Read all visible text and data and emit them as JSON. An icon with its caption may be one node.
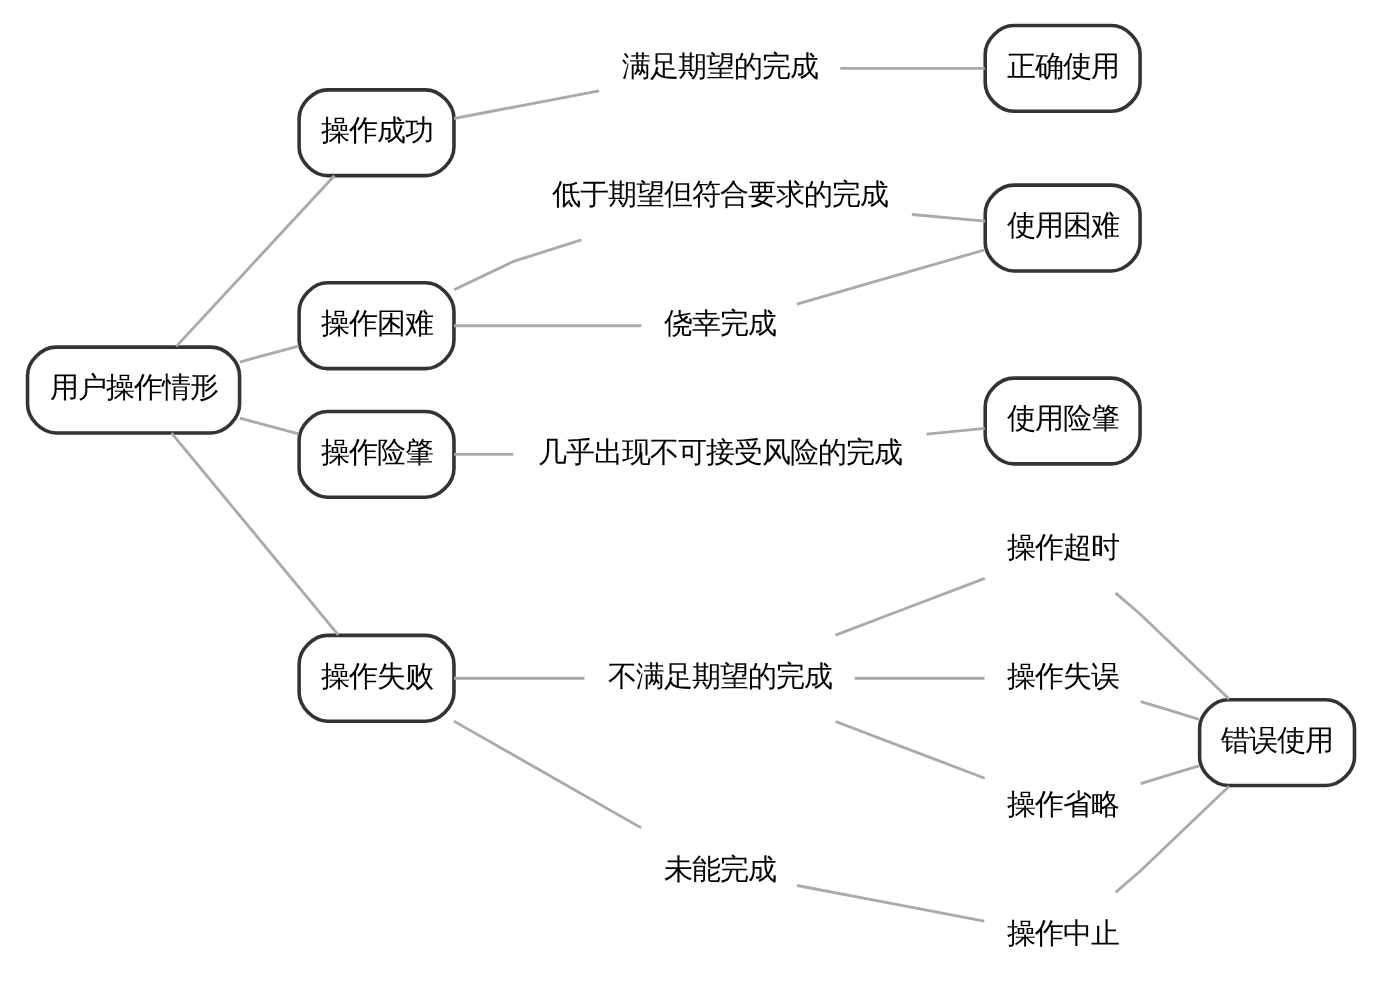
{
  "diagram": {
    "nodes": [
      {
        "text": [
          "用户操作情形"
        ]
      },
      {
        "text": [
          "操作成功"
        ]
      },
      {
        "text": [
          "满足期望的完成"
        ]
      },
      {
        "text": [
          "正确使用"
        ]
      },
      {
        "text": [
          "操作困难"
        ]
      },
      {
        "text": [
          "低于期望但符合要求的完成"
        ]
      },
      {
        "text": [
          "侥幸完成"
        ]
      },
      {
        "text": [
          "使用困难"
        ]
      },
      {
        "text": [
          "操作险肇"
        ]
      },
      {
        "text": [
          "几乎出现不可接受风险的完成"
        ]
      },
      {
        "text": [
          "使用险肇"
        ]
      },
      {
        "text": [
          "操作失败"
        ]
      },
      {
        "text": [
          "不满足期望的完成"
        ]
      },
      {
        "text": [
          "操作超时"
        ]
      },
      {
        "text": [
          "操作失误"
        ]
      },
      {
        "text": [
          "操作省略"
        ]
      },
      {
        "text": [
          "未能完成"
        ]
      },
      {
        "text": [
          "操作中止"
        ]
      },
      {
        "text": [
          "错误使用"
        ]
      }
    ],
    "edges": [
      {
        "from": 0,
        "to": 1,
        "arrow": "none"
      },
      {
        "from": 0,
        "to": 4,
        "arrow": "none"
      },
      {
        "from": 0,
        "to": 8,
        "arrow": "none"
      },
      {
        "from": 0,
        "to": 11,
        "arrow": "none"
      },
      {
        "from": 1,
        "to": 2,
        "arrow": "none"
      },
      {
        "from": 4,
        "to": 5,
        "arrow": "none"
      },
      {
        "from": 4,
        "to": 6,
        "arrow": "none"
      },
      {
        "from": 8,
        "to": 9,
        "arrow": "none"
      },
      {
        "from": 11,
        "to": 12,
        "arrow": "none"
      },
      {
        "from": 11,
        "to": 16,
        "arrow": "none"
      },
      {
        "from": 12,
        "to": 13,
        "arrow": "none"
      },
      {
        "from": 12,
        "to": 14,
        "arrow": "none"
      },
      {
        "from": 12,
        "to": 15,
        "arrow": "none"
      },
      {
        "from": 16,
        "to": 17,
        "arrow": "none"
      },
      {
        "from": 2,
        "to": 3,
        "arrow": "none"
      },
      {
        "from": 5,
        "to": 7,
        "arrow": "none"
      },
      {
        "from": 6,
        "to": 7,
        "arrow": "none"
      },
      {
        "from": 9,
        "to": 10,
        "arrow": "none"
      },
      {
        "from": 13,
        "to": 18,
        "arrow": "none"
      },
      {
        "from": 14,
        "to": 18,
        "arrow": "none"
      },
      {
        "from": 15,
        "to": 18,
        "arrow": "none"
      },
      {
        "from": 17,
        "to": 18,
        "arrow": "none"
      }
    ]
  }
}
